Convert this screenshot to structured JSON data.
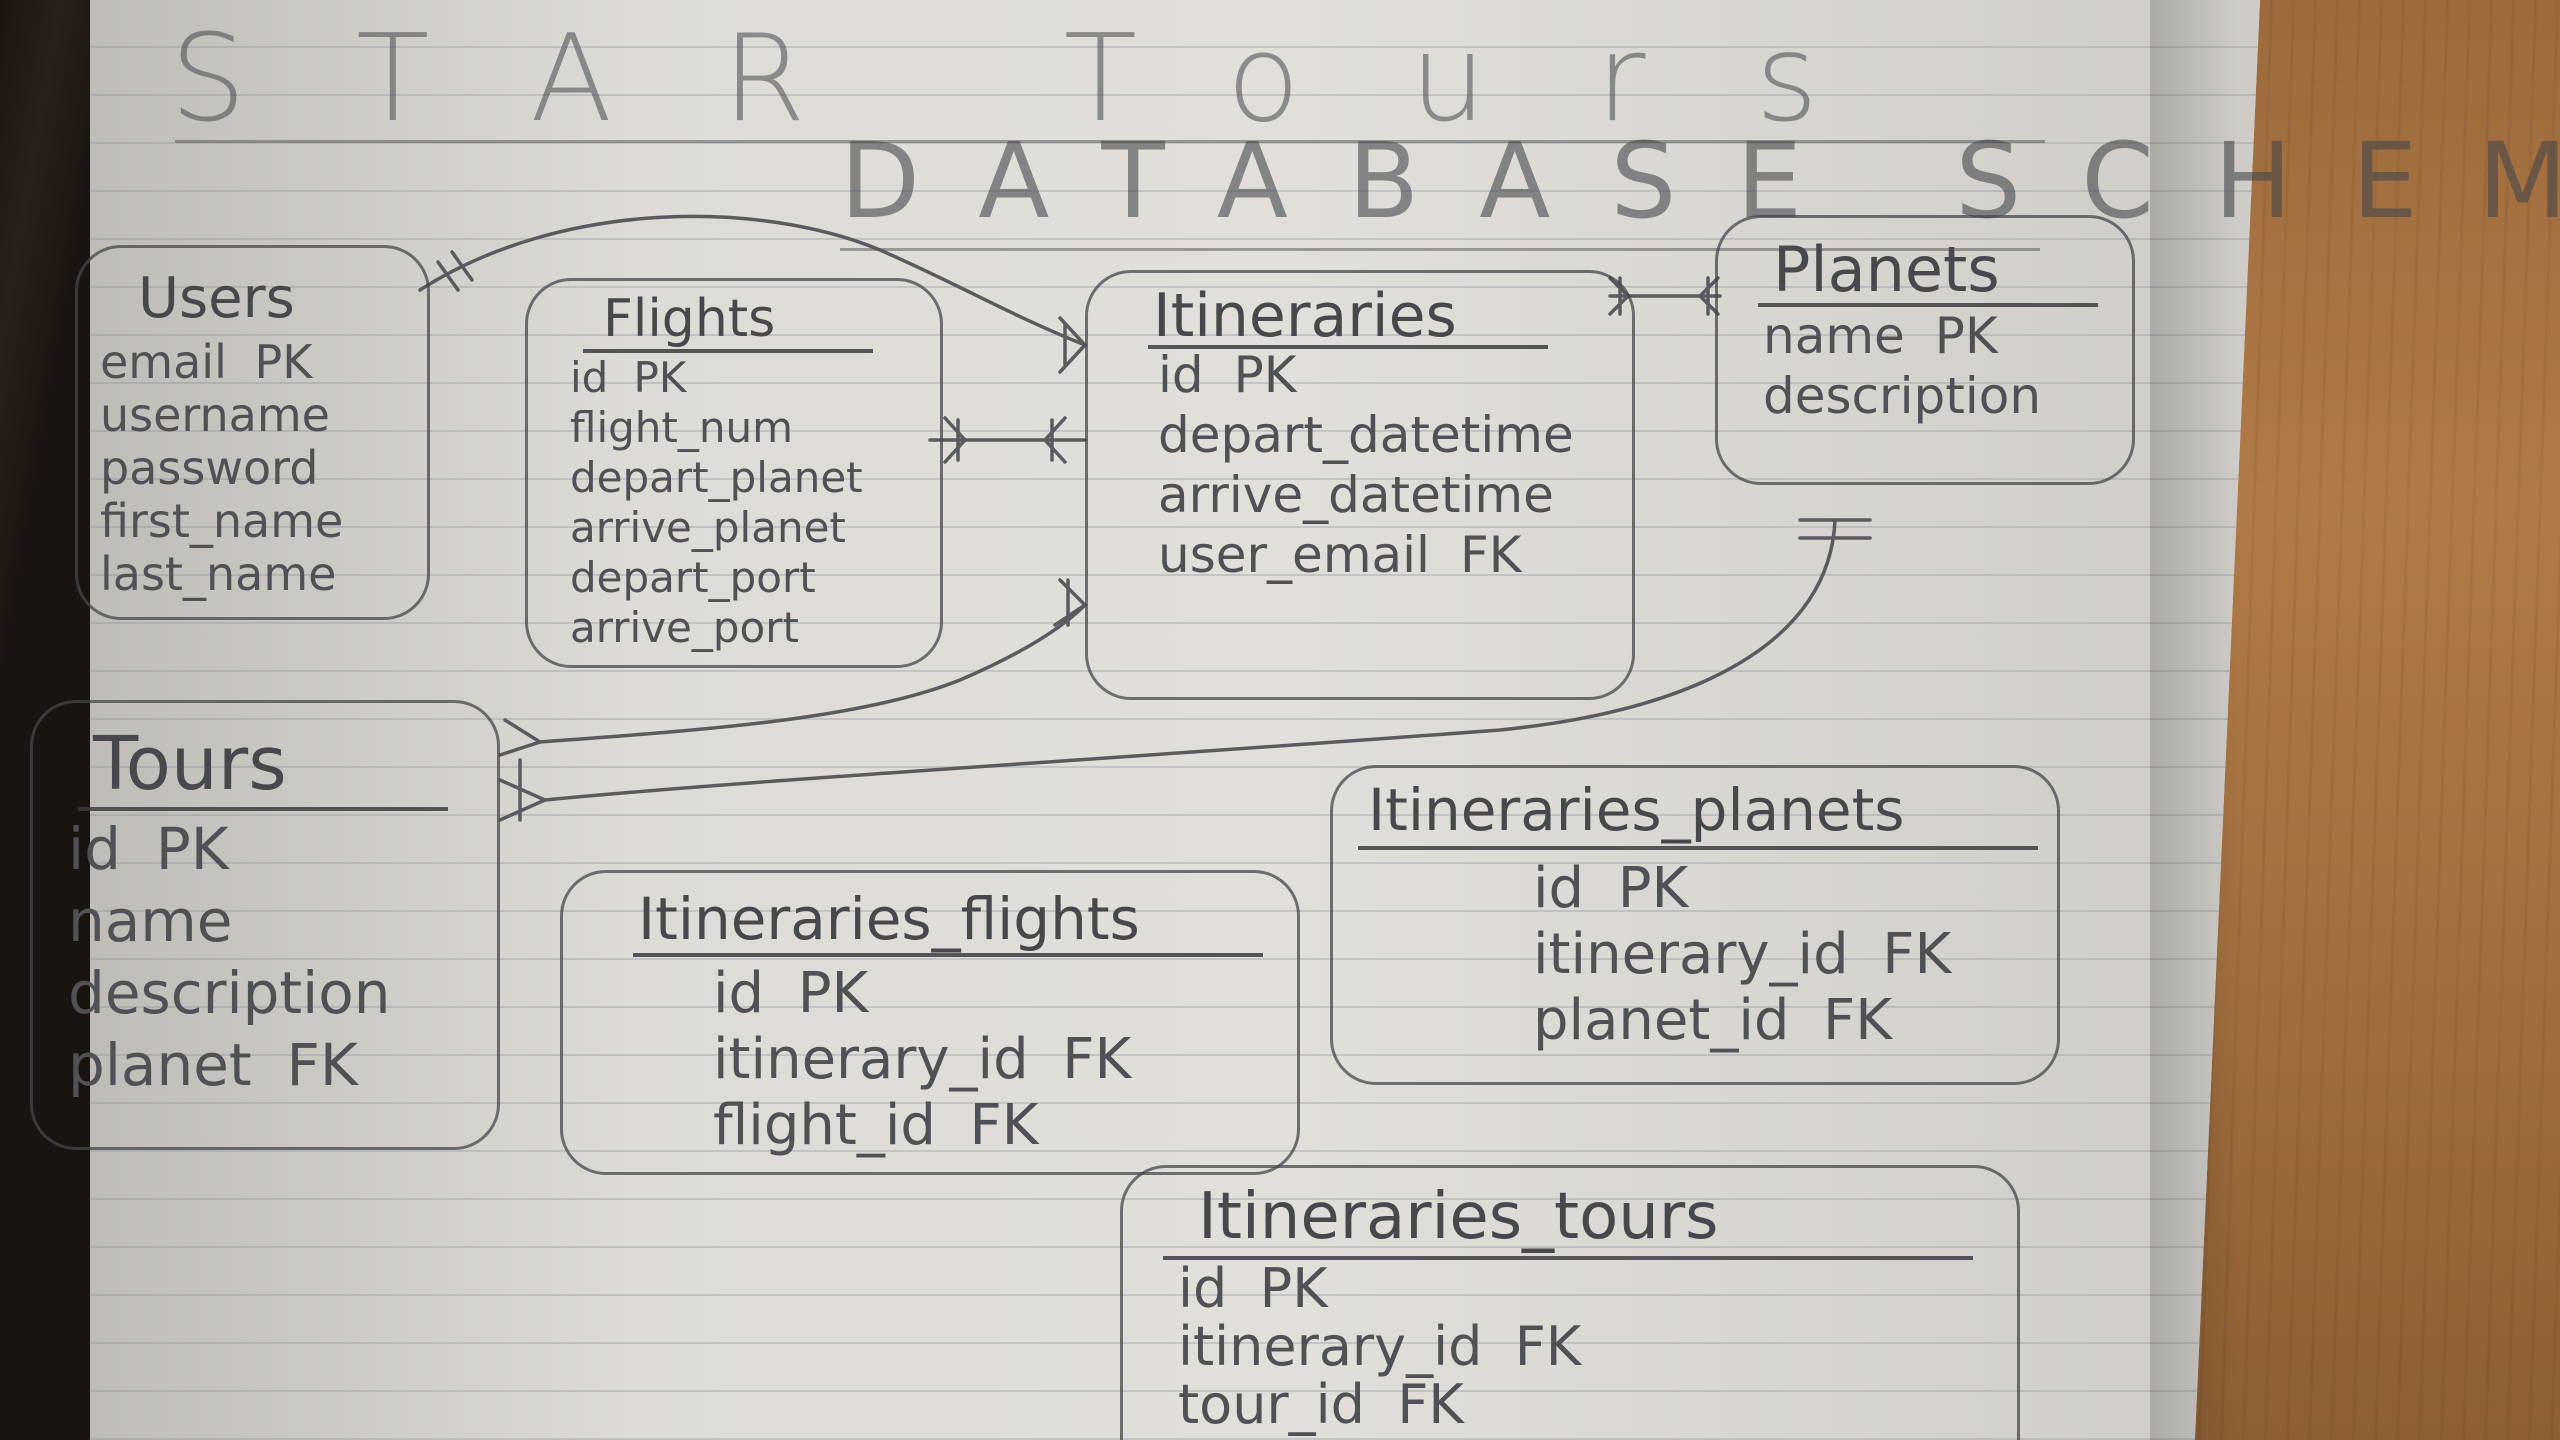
{
  "title": "STAR Tours",
  "subtitle": "DATABASE SCHEMA",
  "entities": {
    "users": {
      "name": "Users",
      "fields": [
        {
          "name": "email",
          "key": "PK"
        },
        {
          "name": "username",
          "key": ""
        },
        {
          "name": "password",
          "key": ""
        },
        {
          "name": "first_name",
          "key": ""
        },
        {
          "name": "last_name",
          "key": ""
        }
      ]
    },
    "flights": {
      "name": "Flights",
      "fields": [
        {
          "name": "id",
          "key": "PK"
        },
        {
          "name": "flight_num",
          "key": ""
        },
        {
          "name": "depart_planet",
          "key": ""
        },
        {
          "name": "arrive_planet",
          "key": ""
        },
        {
          "name": "depart_port",
          "key": ""
        },
        {
          "name": "arrive_port",
          "key": ""
        }
      ]
    },
    "itineraries": {
      "name": "Itineraries",
      "fields": [
        {
          "name": "id",
          "key": "PK"
        },
        {
          "name": "depart_datetime",
          "key": ""
        },
        {
          "name": "arrive_datetime",
          "key": ""
        },
        {
          "name": "user_email",
          "key": "FK"
        }
      ]
    },
    "planets": {
      "name": "Planets",
      "fields": [
        {
          "name": "name",
          "key": "PK"
        },
        {
          "name": "description",
          "key": ""
        }
      ]
    },
    "tours": {
      "name": "Tours",
      "fields": [
        {
          "name": "id",
          "key": "PK"
        },
        {
          "name": "name",
          "key": ""
        },
        {
          "name": "description",
          "key": ""
        },
        {
          "name": "planet",
          "key": "FK"
        }
      ]
    },
    "itineraries_flights": {
      "name": "Itineraries_flights",
      "fields": [
        {
          "name": "id",
          "key": "PK"
        },
        {
          "name": "itinerary_id",
          "key": "FK"
        },
        {
          "name": "flight_id",
          "key": "FK"
        }
      ]
    },
    "itineraries_planets": {
      "name": "Itineraries_planets",
      "fields": [
        {
          "name": "id",
          "key": "PK"
        },
        {
          "name": "itinerary_id",
          "key": "FK"
        },
        {
          "name": "planet_id",
          "key": "FK"
        }
      ]
    },
    "itineraries_tours": {
      "name": "Itineraries_tours",
      "fields": [
        {
          "name": "id",
          "key": "PK"
        },
        {
          "name": "itinerary_id",
          "key": "FK"
        },
        {
          "name": "tour_id",
          "key": "FK"
        }
      ]
    }
  }
}
